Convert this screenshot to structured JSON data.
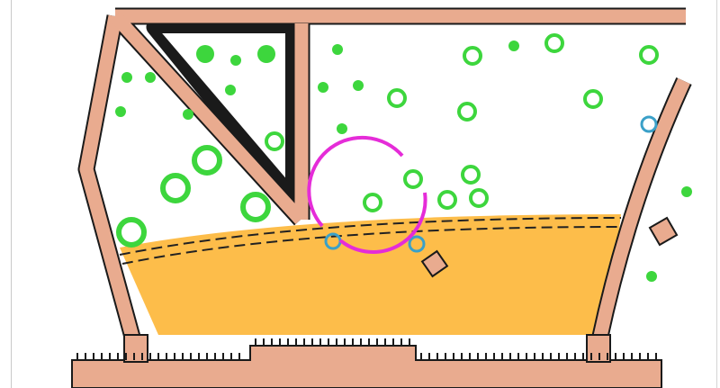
{
  "map": {
    "colors": {
      "background": "#ffffff",
      "path": "#e9ab8f",
      "outline": "#1a1a1a",
      "open_land": "#fdbd4a",
      "vegetation_green": "#3dd63d",
      "water_blue": "#3aa0c8",
      "course_magenta": "#e52cd8",
      "frame": "#c9c9c9"
    },
    "symbols": {
      "control_circle": "magenta-control-circle",
      "dot": "green-vegetation-dot",
      "ring": "green-vegetation-ring",
      "water": "blue-water-ring",
      "boulder": "brown-boulder-square"
    }
  }
}
